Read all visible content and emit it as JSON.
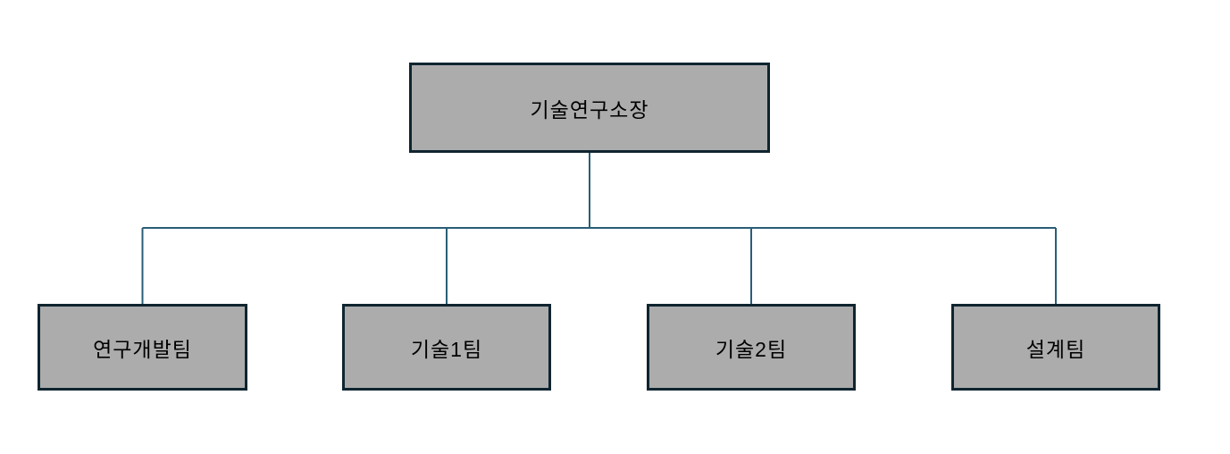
{
  "diagram": {
    "type": "org-chart",
    "root": {
      "label": "기술연구소장"
    },
    "children": [
      {
        "label": "연구개발팀"
      },
      {
        "label": "기술1팀"
      },
      {
        "label": "기술2팀"
      },
      {
        "label": "설계팀"
      }
    ],
    "colors": {
      "box_fill": "#ACACAC",
      "box_border": "#0F2530",
      "connector": "#2A5E78",
      "text": "#000000",
      "background": "#FFFFFF"
    }
  }
}
